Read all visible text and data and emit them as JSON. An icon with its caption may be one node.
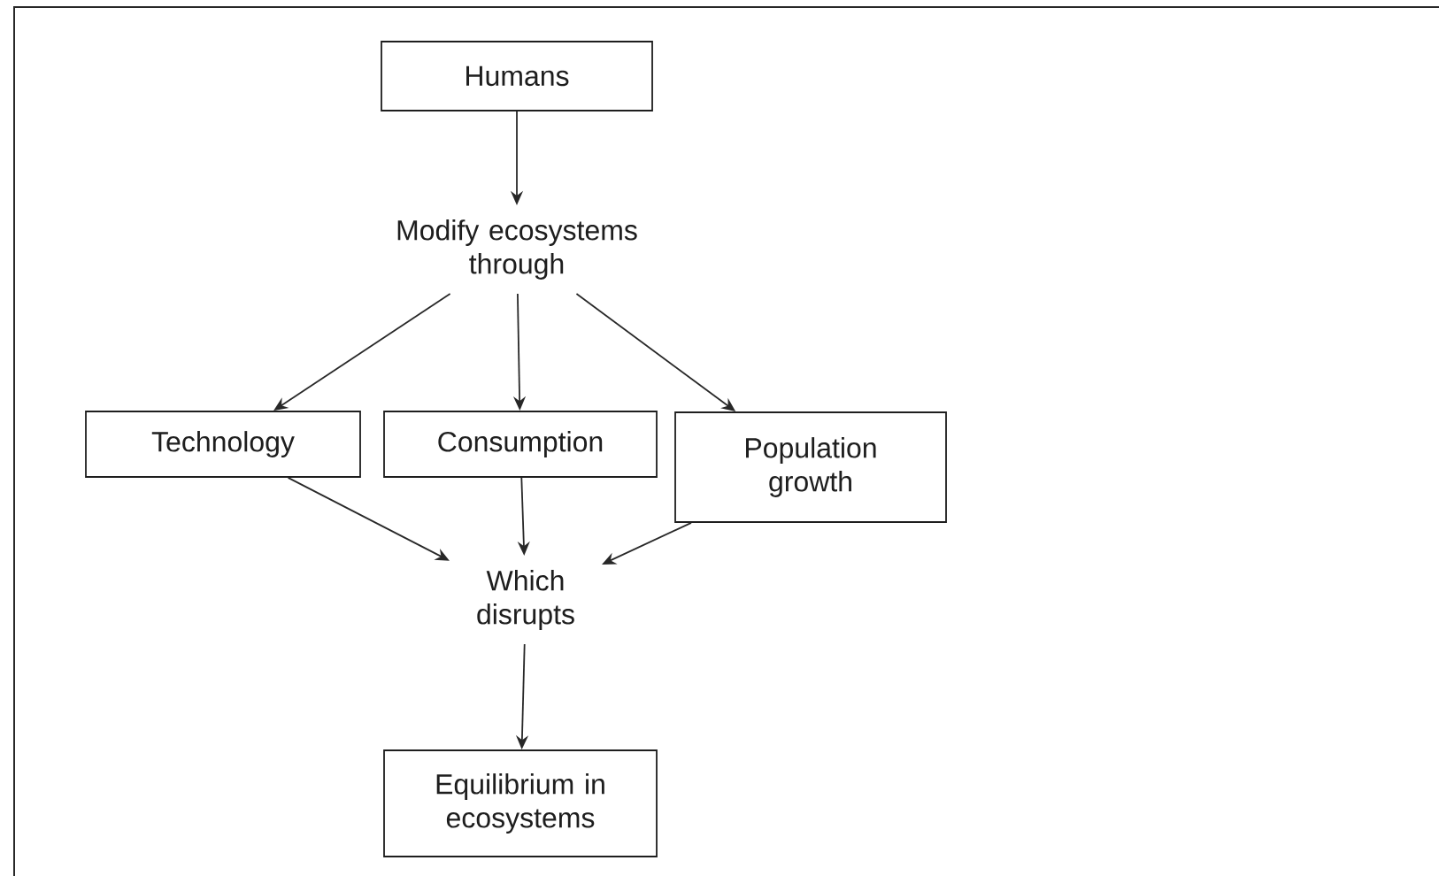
{
  "diagram": {
    "nodes": [
      {
        "text": [
          "Humans"
        ]
      },
      {
        "text": [
          "Modify ecosystems through"
        ]
      },
      {
        "text": [
          "Technology"
        ]
      },
      {
        "text": [
          "Consumption"
        ]
      },
      {
        "text": [
          "Population growth"
        ]
      },
      {
        "text": [
          "Which disrupts"
        ]
      },
      {
        "text": [
          "Equilibrium in ecosystems"
        ]
      }
    ],
    "edges": [
      {
        "from": 0,
        "to": 1,
        "arrow": "to"
      },
      {
        "from": 1,
        "to": 2,
        "arrow": "to"
      },
      {
        "from": 1,
        "to": 3,
        "arrow": "to"
      },
      {
        "from": 1,
        "to": 4,
        "arrow": "to"
      },
      {
        "from": 2,
        "to": 5,
        "arrow": "to"
      },
      {
        "from": 3,
        "to": 5,
        "arrow": "to"
      },
      {
        "from": 4,
        "to": 5,
        "arrow": "to"
      },
      {
        "from": 5,
        "to": 6,
        "arrow": "to"
      }
    ]
  }
}
